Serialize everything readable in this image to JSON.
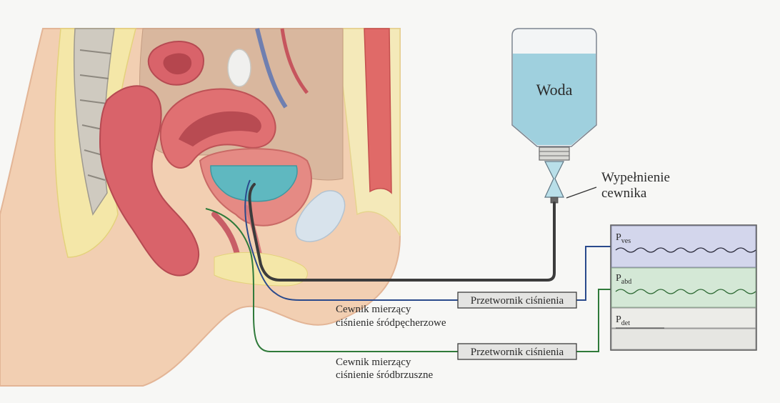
{
  "labels": {
    "water": "Woda",
    "catheter_fill_line1": "Wypełnienie",
    "catheter_fill_line2": "cewnika",
    "transducer_vesical": "Przetwornik ciśnienia",
    "transducer_abdominal": "Przetwornik ciśnienia",
    "vesical_catheter_line1": "Cewnik mierzący",
    "vesical_catheter_line2": "ciśnienie śródpęcherzowe",
    "abdominal_catheter_line1": "Cewnik mierzący",
    "abdominal_catheter_line2": "ciśnienie śródbrzuszne"
  },
  "monitor": {
    "channels": [
      {
        "base": "P",
        "sub": "ves"
      },
      {
        "base": "P",
        "sub": "abd"
      },
      {
        "base": "P",
        "sub": "det"
      }
    ]
  },
  "colors": {
    "background": "#f7f7f5",
    "vesical_line": "#2a4a8c",
    "abdominal_line": "#2f7a3a",
    "fill_tube": "#3c3c3c",
    "water": "#9fd0de",
    "bladder": "#5fb8c0",
    "channel_ves_bg": "#d3d6ec",
    "channel_abd_bg": "#d4e8d6",
    "channel_det_bg": "#ecece8"
  }
}
